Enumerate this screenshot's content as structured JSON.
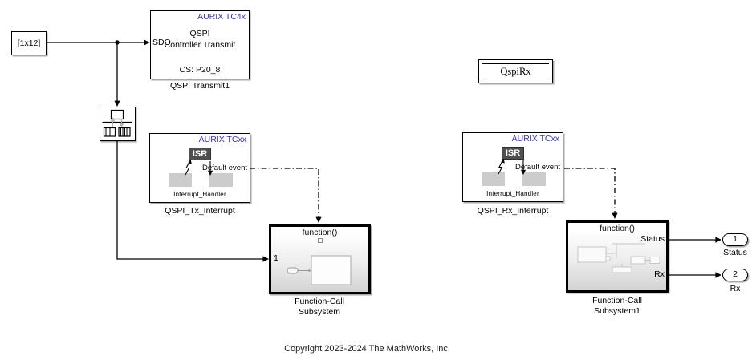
{
  "colors": {
    "accent_blue": "#3333cc",
    "isr_bg": "#4f4f4f",
    "placeholder_gray": "#cccccc"
  },
  "blocks": {
    "input_constant": {
      "label": "[1x12]"
    },
    "qspi_transmit": {
      "vendor": "AURIX TC4x",
      "title_line1": "QSPI",
      "title_line2": "Controller Transmit",
      "input_port": "SDO",
      "chip_select": "CS: P20_8",
      "name": "QSPI Transmit1"
    },
    "tx_interrupt": {
      "vendor": "AURIX TCxx",
      "isr": "ISR",
      "event": "Default event",
      "handler": "Interrupt_Handler",
      "name": "QSPI_Tx_Interrupt"
    },
    "rx_interrupt": {
      "vendor": "AURIX TCxx",
      "isr": "ISR",
      "event": "Default event",
      "handler": "Interrupt_Handler",
      "name": "QSPI_Rx_Interrupt"
    },
    "data_store": {
      "label": "QspiRx"
    },
    "fc_subsystem": {
      "trigger": "function()",
      "input_port": "1",
      "name_line1": "Function-Call",
      "name_line2": "Subsystem"
    },
    "fc_subsystem1": {
      "trigger": "function()",
      "port_status": "Status",
      "port_rx": "Rx",
      "name_line1": "Function-Call",
      "name_line2": "Subsystem1"
    },
    "outport_status": {
      "number": "1",
      "label": "Status"
    },
    "outport_rx": {
      "number": "2",
      "label": "Rx"
    }
  },
  "annotation": {
    "copyright": "Copyright 2023-2024 The MathWorks, Inc."
  }
}
